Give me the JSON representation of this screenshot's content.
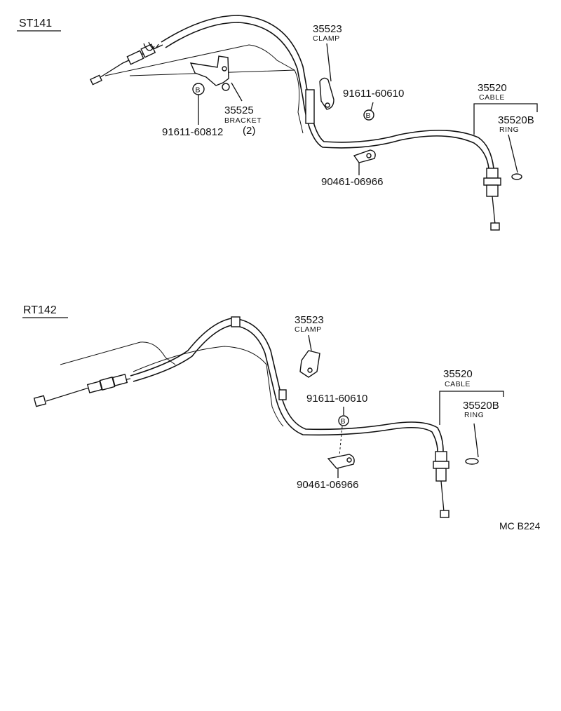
{
  "sections": [
    {
      "model": "ST141",
      "parts": {
        "clamp": {
          "number": "35523",
          "label": "CLAMP"
        },
        "bolt_clamp": {
          "number": "91611-60610"
        },
        "cable": {
          "number": "35520",
          "label": "CABLE"
        },
        "ring": {
          "number": "35520B",
          "label": "RING"
        },
        "bracket": {
          "number": "35525",
          "label": "BRACKET",
          "qty": "(2)"
        },
        "bolt_bracket": {
          "number": "91611-60812"
        },
        "clip": {
          "number": "90461-06966"
        }
      },
      "bolt_marker": "B"
    },
    {
      "model": "RT142",
      "parts": {
        "clamp": {
          "number": "35523",
          "label": "CLAMP"
        },
        "bolt_clamp": {
          "number": "91611-60610"
        },
        "cable": {
          "number": "35520",
          "label": "CABLE"
        },
        "ring": {
          "number": "35520B",
          "label": "RING"
        },
        "clip": {
          "number": "90461-06966"
        }
      },
      "bolt_marker": "B"
    }
  ],
  "figure_code": "MC B224"
}
